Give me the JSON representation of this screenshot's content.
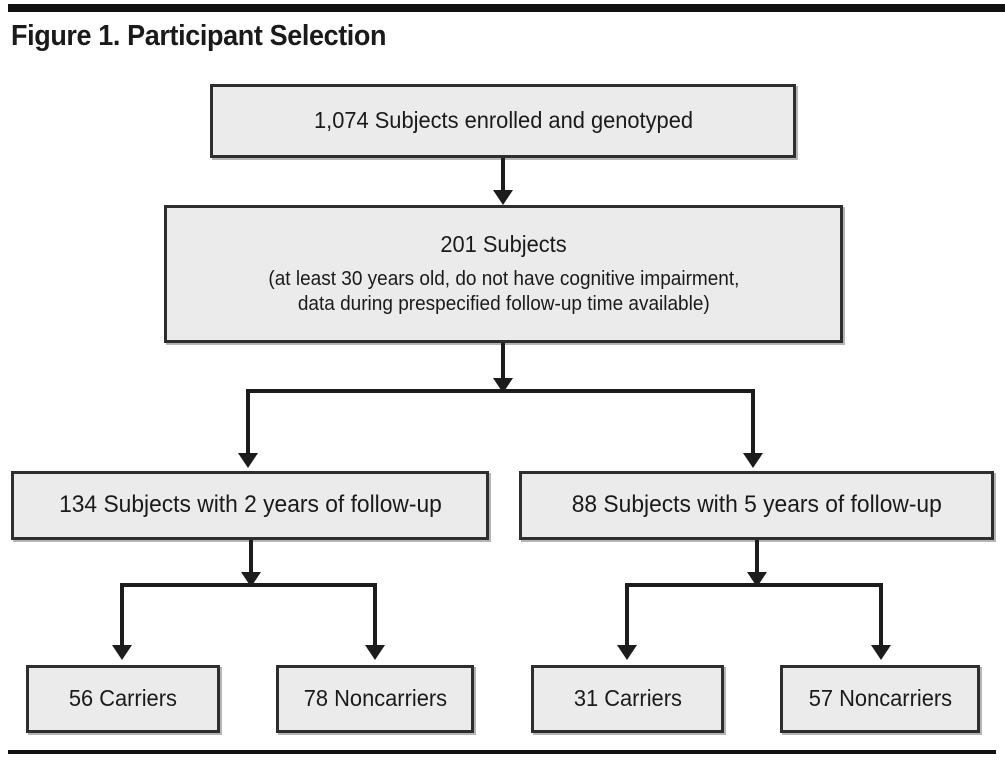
{
  "figure": {
    "title": "Figure 1. Participant Selection",
    "colors": {
      "box_fill": "#ebebeb",
      "box_border": "#2e2e2e",
      "connector": "#1c1c1c",
      "text": "#1a1a1a",
      "rule": "#111111",
      "background": "#ffffff"
    }
  },
  "nodes": {
    "enrolled": {
      "label": "1,074 Subjects enrolled and genotyped",
      "count": 1074
    },
    "eligible": {
      "heading": "201 Subjects",
      "criteria_line1": "(at least 30 years old, do not have cognitive impairment,",
      "criteria_line2": "data during prespecified follow-up time available)",
      "count": 201
    },
    "followup_2yr": {
      "label": "134 Subjects with 2 years of follow-up",
      "count": 134,
      "years": 2
    },
    "followup_5yr": {
      "label": "88 Subjects with 5 years of follow-up",
      "count": 88,
      "years": 5
    },
    "carriers_2yr": {
      "label": "56 Carriers",
      "count": 56
    },
    "noncarriers_2yr": {
      "label": "78 Noncarriers",
      "count": 78
    },
    "carriers_5yr": {
      "label": "31 Carriers",
      "count": 31
    },
    "noncarriers_5yr": {
      "label": "57 Noncarriers",
      "count": 57
    }
  },
  "flow": {
    "edges": [
      {
        "from": "enrolled",
        "to": "eligible"
      },
      {
        "from": "eligible",
        "to": "followup_2yr"
      },
      {
        "from": "eligible",
        "to": "followup_5yr"
      },
      {
        "from": "followup_2yr",
        "to": "carriers_2yr"
      },
      {
        "from": "followup_2yr",
        "to": "noncarriers_2yr"
      },
      {
        "from": "followup_5yr",
        "to": "carriers_5yr"
      },
      {
        "from": "followup_5yr",
        "to": "noncarriers_5yr"
      }
    ]
  }
}
